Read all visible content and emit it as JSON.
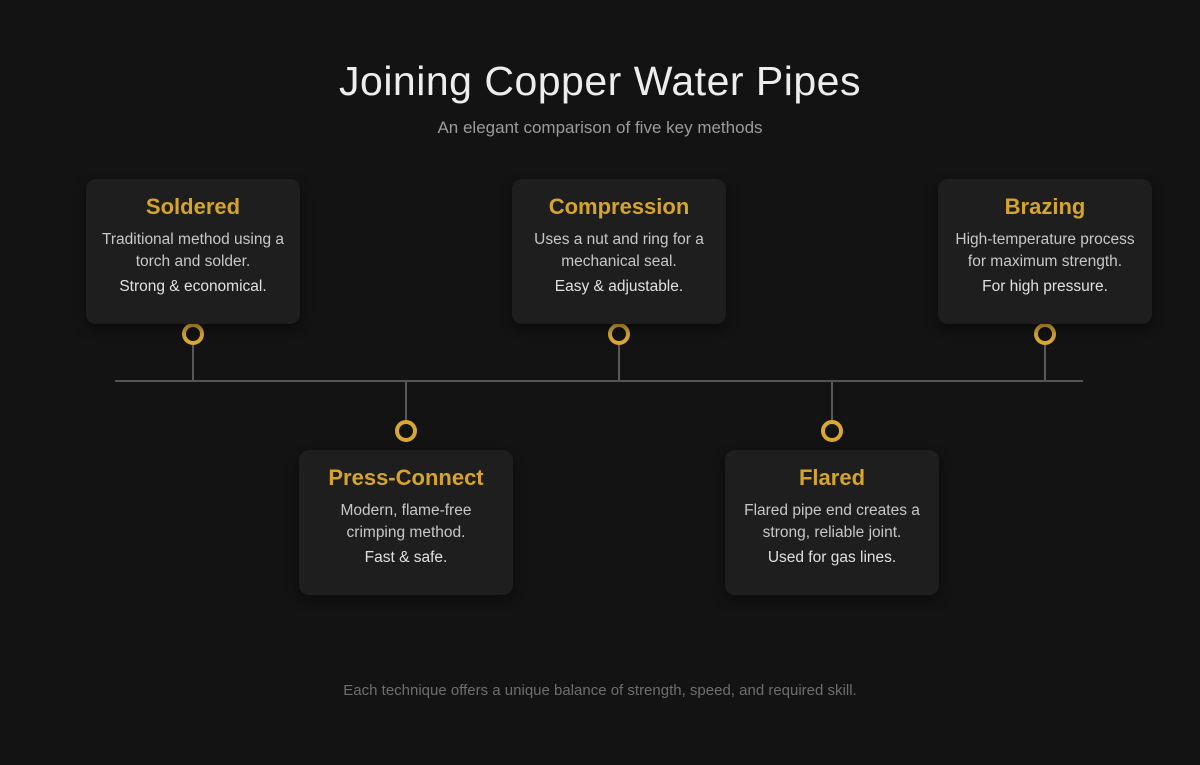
{
  "page": {
    "title": "Joining Copper Water Pipes",
    "subtitle": "An elegant comparison of five key methods",
    "footer": "Each technique offers a unique balance of strength, speed, and required skill."
  },
  "colors": {
    "background": "#131313",
    "card_background": "#1e1e1e",
    "accent_gold_title": "#d4a42d",
    "accent_gold_ring": "#d9a832",
    "timeline_line": "#545454",
    "heading_text": "#ededed",
    "subtitle_text": "#9b9b9b",
    "body_text": "#c7c7c7",
    "tagline_text": "#e0e0e0",
    "footer_text": "#6e6e6e"
  },
  "methods": [
    {
      "name": "Soldered",
      "description": "Traditional method using a torch and solder.",
      "tagline": "Strong & economical.",
      "position": "top"
    },
    {
      "name": "Press-Connect",
      "description": "Modern, flame-free crimping method.",
      "tagline": "Fast & safe.",
      "position": "bottom"
    },
    {
      "name": "Compression",
      "description": "Uses a nut and ring for a mechanical seal.",
      "tagline": "Easy & adjustable.",
      "position": "top"
    },
    {
      "name": "Flared",
      "description": "Flared pipe end creates a strong, reliable joint.",
      "tagline": "Used for gas lines.",
      "position": "bottom"
    },
    {
      "name": "Brazing",
      "description": "High-temperature process for maximum strength.",
      "tagline": "For high pressure.",
      "position": "top"
    }
  ]
}
